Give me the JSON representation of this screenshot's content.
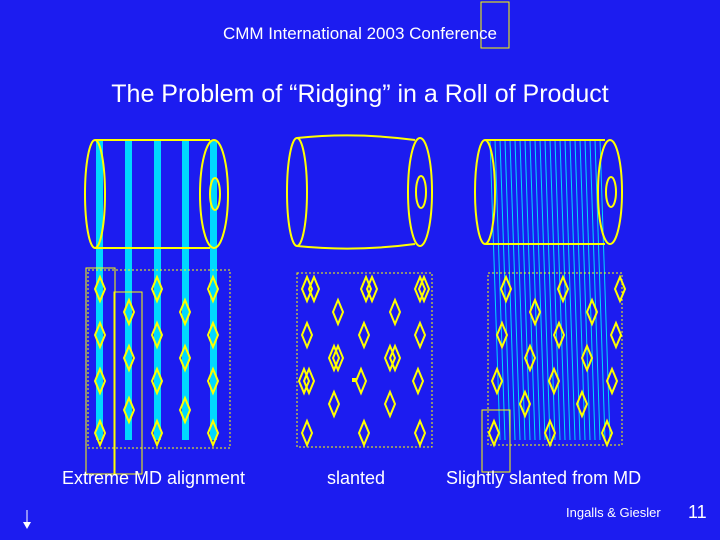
{
  "slide": {
    "header": "CMM International 2003 Conference",
    "title": "The Problem of “Ridging” in a Roll of Product",
    "captions": {
      "left": "Extreme MD alignment",
      "middle": "slanted",
      "right": "Slightly slanted from MD"
    },
    "footer": "Ingalls & Giesler",
    "page_number": "11"
  },
  "colors": {
    "background": "#1c1cf0",
    "roll_outline": "#ffff00",
    "ridge": "#00d8ff",
    "text": "#ffffff"
  },
  "icons": {
    "down_arrow": "down-arrow-icon"
  }
}
